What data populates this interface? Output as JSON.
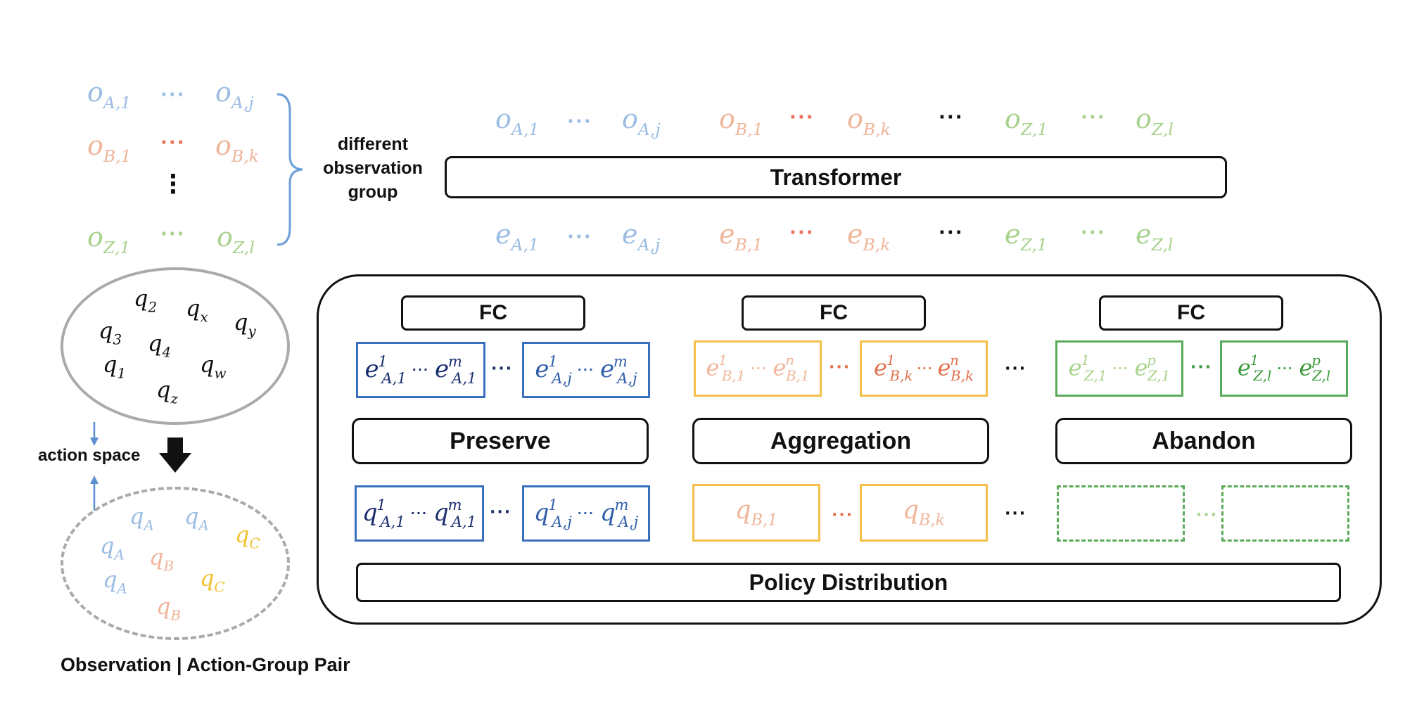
{
  "colors": {
    "A_light": "#9bbde3",
    "B_light": "#f0b59a",
    "B_dots": "#e7735a",
    "Z_light": "#a8d28c",
    "A_dark": "#1a2e6e",
    "A_mid": "#2f5fa8",
    "A_border": "#3a6fc0",
    "B_border": "#f4c04a",
    "B_strong": "#e0704e",
    "Z_border": "#5aaa5a",
    "Z_strong": "#3c9a3c",
    "action_C": "#f1c231",
    "gray": "#aaaaaa",
    "arrow_blue": "#5b8fd0"
  },
  "left_groups": {
    "A": {
      "base": "o",
      "first": "A,1",
      "last": "A,j"
    },
    "B": {
      "base": "o",
      "first": "B,1",
      "last": "B,k"
    },
    "Z": {
      "base": "o",
      "first": "Z,1",
      "last": "Z,l"
    },
    "brace_label": [
      "different",
      "observation",
      "group"
    ]
  },
  "top_row": [
    {
      "base": "o",
      "first": "A,1",
      "last": "A,j"
    },
    {
      "base": "o",
      "first": "B,1",
      "last": "B,k"
    },
    {
      "base": "o",
      "first": "Z,1",
      "last": "Z,l"
    }
  ],
  "transformer_label": "Transformer",
  "emb_row": [
    {
      "base": "e",
      "first": "A,1",
      "last": "A,j"
    },
    {
      "base": "e",
      "first": "B,1",
      "last": "B,k"
    },
    {
      "base": "e",
      "first": "Z,1",
      "last": "Z,l"
    }
  ],
  "fc_label": "FC",
  "modules": {
    "preserve": "Preserve",
    "aggregation": "Aggregation",
    "abandon": "Abandon"
  },
  "feature_boxes": {
    "A1": {
      "base": "e",
      "sub": "A,1",
      "sup1": "1",
      "supn": "m"
    },
    "Aj": {
      "base": "e",
      "sub": "A,j",
      "sup1": "1",
      "supn": "m"
    },
    "B1": {
      "base": "e",
      "sub": "B,1",
      "sup1": "1",
      "supn": "n"
    },
    "Bk": {
      "base": "e",
      "sub": "B,k",
      "sup1": "1",
      "supn": "n"
    },
    "Z1": {
      "base": "e",
      "sub": "Z,1",
      "sup1": "1",
      "supn": "p"
    },
    "Zl": {
      "base": "e",
      "sub": "Z,l",
      "sup1": "1",
      "supn": "p"
    }
  },
  "output_boxes": {
    "A1": {
      "base": "q",
      "sub": "A,1",
      "sup1": "1",
      "supn": "m"
    },
    "Aj": {
      "base": "q",
      "sub": "A,j",
      "sup1": "1",
      "supn": "m"
    },
    "B1": {
      "base": "q",
      "sub": "B,1"
    },
    "Bk": {
      "base": "q",
      "sub": "B,k"
    }
  },
  "policy_label": "Policy Distribution",
  "action_space": {
    "label": "action space",
    "top_items": [
      {
        "sym": "q",
        "sub": "2"
      },
      {
        "sym": "q",
        "sub": "x"
      },
      {
        "sym": "q",
        "sub": "y"
      },
      {
        "sym": "q",
        "sub": "3"
      },
      {
        "sym": "q",
        "sub": "4"
      },
      {
        "sym": "q",
        "sub": "1"
      },
      {
        "sym": "q",
        "sub": "w"
      },
      {
        "sym": "q",
        "sub": "z"
      }
    ],
    "bottom_items": [
      {
        "sym": "q",
        "sub": "A"
      },
      {
        "sym": "q",
        "sub": "A"
      },
      {
        "sym": "q",
        "sub": "C"
      },
      {
        "sym": "q",
        "sub": "A"
      },
      {
        "sym": "q",
        "sub": "B"
      },
      {
        "sym": "q",
        "sub": "A"
      },
      {
        "sym": "q",
        "sub": "C"
      },
      {
        "sym": "q",
        "sub": "B"
      }
    ]
  },
  "caption": "Observation | Action-Group Pair"
}
